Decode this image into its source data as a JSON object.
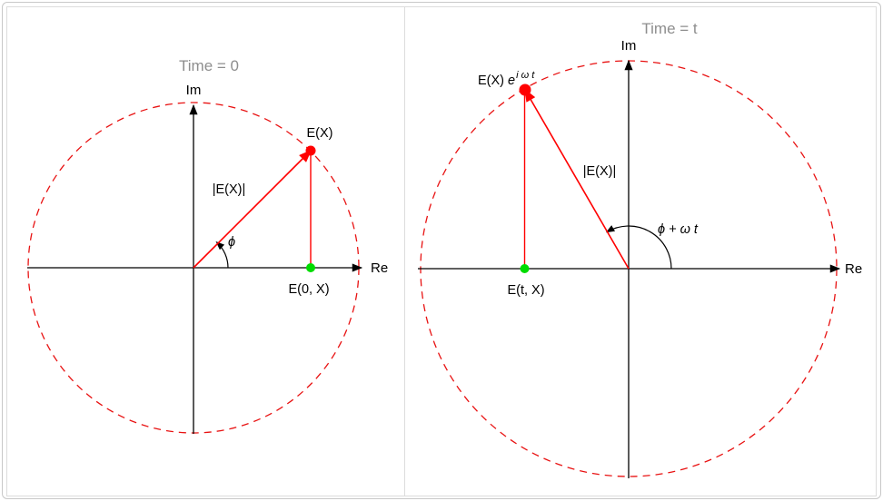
{
  "colors": {
    "circle": "#e81212",
    "vector": "#ff0000",
    "green_point": "#00dc00",
    "axis": "#000000",
    "title": "#8e8e8e",
    "label": "#000000"
  },
  "left": {
    "title": "Time = 0",
    "im_label": "Im",
    "re_label": "Re",
    "point_label": "E(X)",
    "magnitude_label": "|E(X)|",
    "angle_label": "ϕ",
    "projection_label": "E(0, X)"
  },
  "right": {
    "title": "Time = t",
    "im_label": "Im",
    "re_label": "Re",
    "point_label_main": "E(X)",
    "point_label_e": "e",
    "point_label_sup": "i ω t",
    "magnitude_label": "|E(X)|",
    "angle_label": "ϕ + ω t",
    "projection_label": "E(t, X)"
  }
}
